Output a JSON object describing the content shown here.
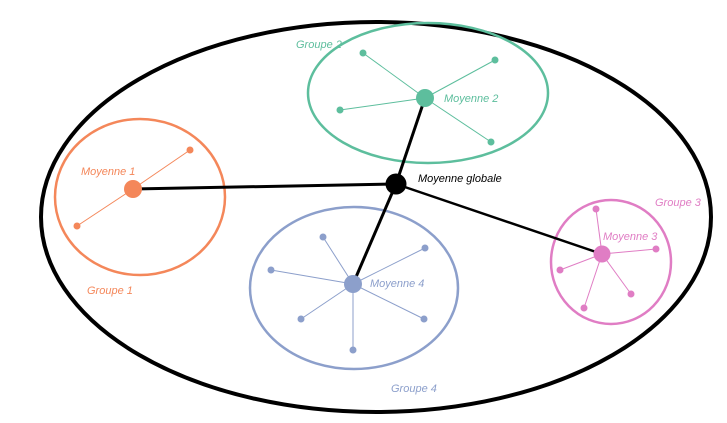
{
  "colors": {
    "outer": "#000000",
    "global": "#000000",
    "g1": "#F4875A",
    "g2": "#5DBE9D",
    "g3": "#E07DC4",
    "g4": "#8C9FCB"
  },
  "labels": {
    "global_mean": "Moyenne globale",
    "group1": "Groupe 1",
    "mean1": "Moyenne 1",
    "group2": "Groupe 2",
    "mean2": "Moyenne 2",
    "group3": "Groupe 3",
    "mean3": "Moyenne 3",
    "group4": "Groupe 4",
    "mean4": "Moyenne 4"
  }
}
